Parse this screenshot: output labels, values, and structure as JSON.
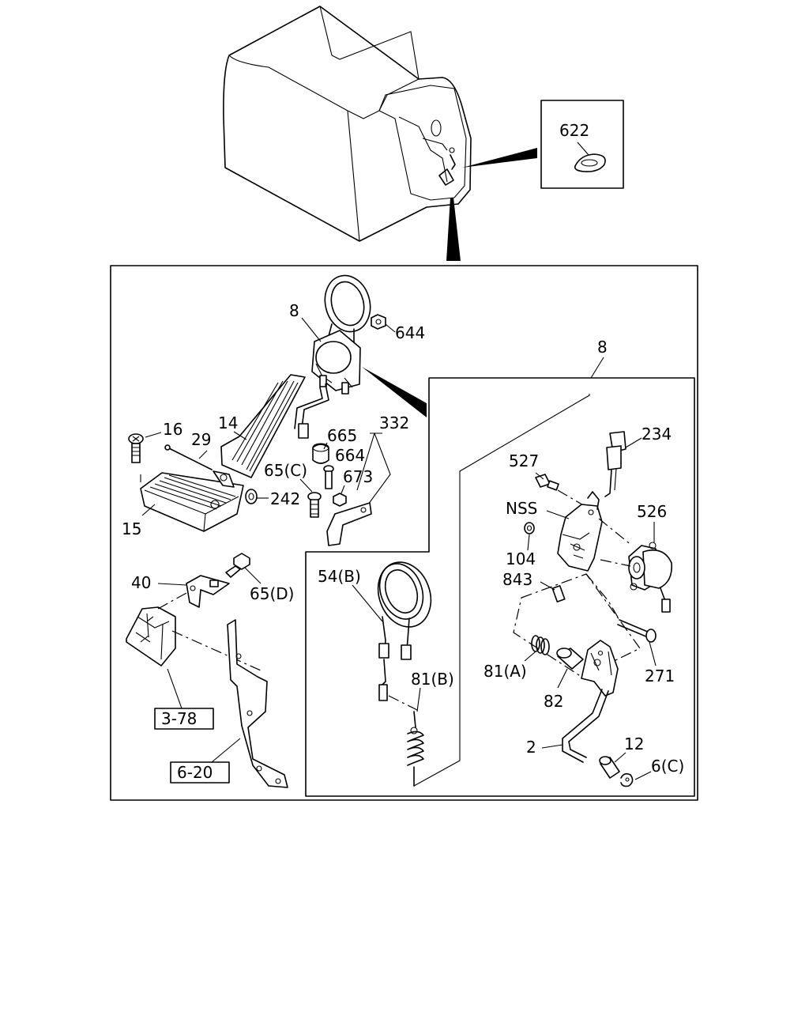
{
  "labels": {
    "l622": "622",
    "l8top": "8",
    "l644": "644",
    "l8detail": "8",
    "l14": "14",
    "l16": "16",
    "l29": "29",
    "l665": "665",
    "l332": "332",
    "l664": "664",
    "l65c": "65(C)",
    "l673": "673",
    "l242": "242",
    "l15": "15",
    "l234": "234",
    "l527": "527",
    "lnss": "NSS",
    "l526": "526",
    "l104": "104",
    "l843": "843",
    "l40": "40",
    "l65d": "65(D)",
    "l54b": "54(B)",
    "l81b": "81(B)",
    "l81a": "81(A)",
    "l271": "271",
    "l82": "82",
    "l2": "2",
    "l12": "12",
    "l6c": "6(C)",
    "ref378": "3-78",
    "ref620": "6-20"
  }
}
